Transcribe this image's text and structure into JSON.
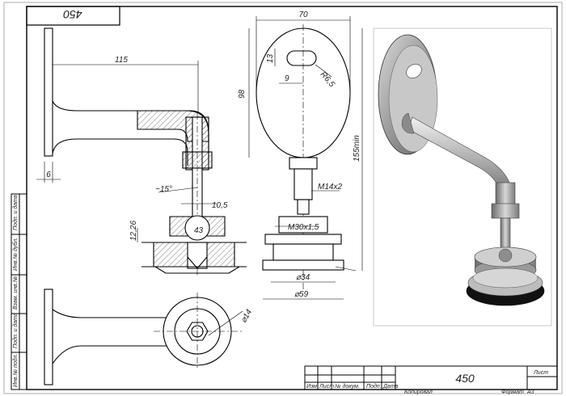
{
  "title_block": {
    "part_number_top": "450",
    "part_number": "450",
    "sheet_label": "Лист",
    "copied_label": "Копировал",
    "format_label": "Формат",
    "format_value": "A3",
    "columns": [
      "Изм",
      "Лист",
      "№ докум.",
      "Подп.",
      "Дата"
    ],
    "side_labels": [
      "Инв.№ подл.",
      "Подп. и дата",
      "Взам. инв.№",
      "Инв.№ дубл.",
      "Подп. и дата"
    ]
  },
  "dimensions": {
    "arm_length": "115",
    "plate_thickness": "6",
    "angle": "~15°",
    "hole_dia": "10,5",
    "ball_dia": "43",
    "height_small": "12,26",
    "width_top": "70",
    "height_plate": "98",
    "slot_height": "13",
    "slot_offset": "9",
    "slot_radius": "R6,5",
    "total_height": "155min",
    "thread_small": "M14x2",
    "thread_large": "M30x1,5",
    "dia_34": "⌀34",
    "dia_59": "⌀59",
    "dia_14": "⌀14"
  }
}
